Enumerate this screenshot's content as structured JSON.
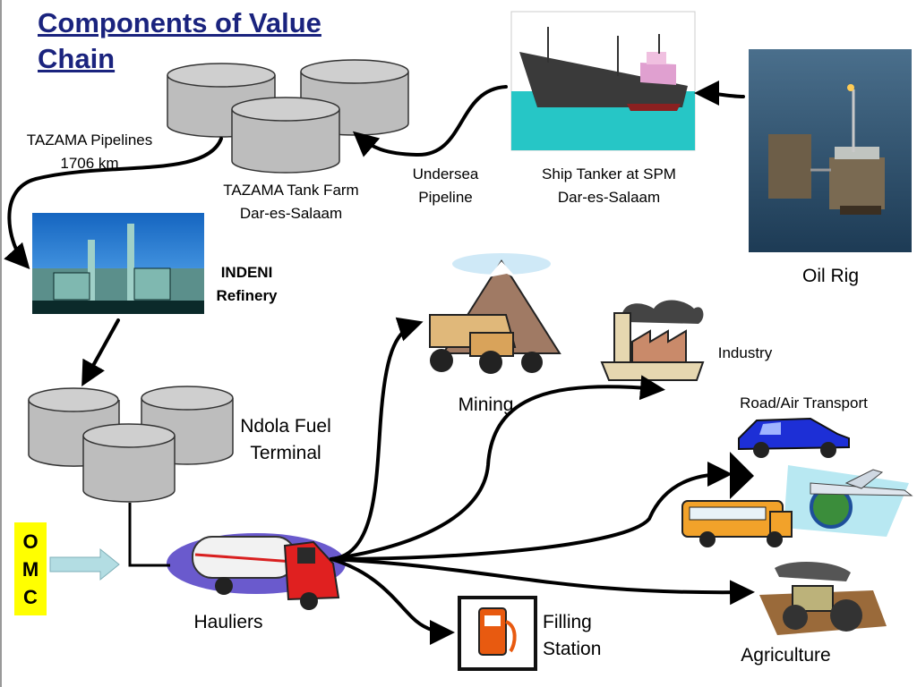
{
  "title": [
    "Components of Value",
    "Chain"
  ],
  "labels": {
    "pipelines": [
      "TAZAMA Pipelines",
      "1706 km"
    ],
    "tank_farm": [
      "TAZAMA Tank Farm",
      "Dar-es-Salaam"
    ],
    "undersea": [
      "Undersea",
      "Pipeline"
    ],
    "ship": [
      "Ship Tanker at SPM",
      "Dar-es-Salaam"
    ],
    "oil_rig": "Oil Rig",
    "refinery": [
      "INDENI",
      "Refinery"
    ],
    "terminal": [
      "Ndola Fuel",
      "Terminal"
    ],
    "mining": "Mining",
    "industry": "Industry",
    "transport": "Road/Air Transport",
    "hauliers": "Hauliers",
    "filling": [
      "Filling",
      "Station"
    ],
    "agriculture": "Agriculture",
    "omc": [
      "O",
      "M",
      "C"
    ]
  },
  "colors": {
    "title": "#1a237e",
    "tank": "#bdbdbd",
    "omc_box": "#ffff00",
    "arrow": "#000000",
    "omc_arrow": "#b3dde3"
  }
}
